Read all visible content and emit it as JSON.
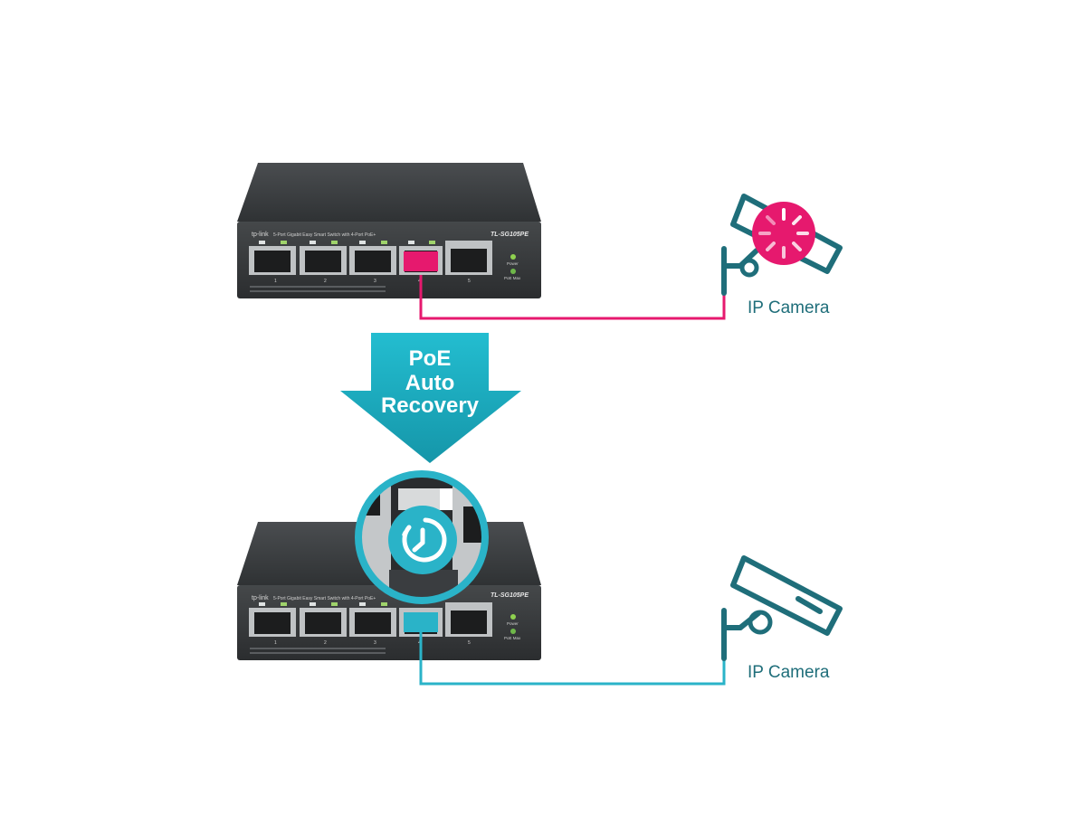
{
  "switch": {
    "brand": "tp-link",
    "description": "5-Port Gigabit Easy Smart Switch with 4-Port PoE+",
    "model": "TL-SG105PE",
    "port_labels": [
      "1",
      "2",
      "3",
      "4",
      "5"
    ],
    "power_label": "Power",
    "poe_max_label": "PoE Max"
  },
  "arrow": {
    "line1": "PoE",
    "line2": "Auto",
    "line3": "Recovery"
  },
  "cameras": {
    "top_label": "IP Camera",
    "bottom_label": "IP Camera"
  },
  "colors": {
    "magenta": "#e6196e",
    "teal": "#2ab3c8",
    "teal_dark": "#1f6e7a",
    "switch_body": "#3a3d3f",
    "white": "#ffffff"
  },
  "icons": {
    "arrow": "down-arrow-icon",
    "fault": "loading-spinner-icon",
    "recovery": "power-cycle-icon",
    "camera": "cctv-camera-icon"
  }
}
